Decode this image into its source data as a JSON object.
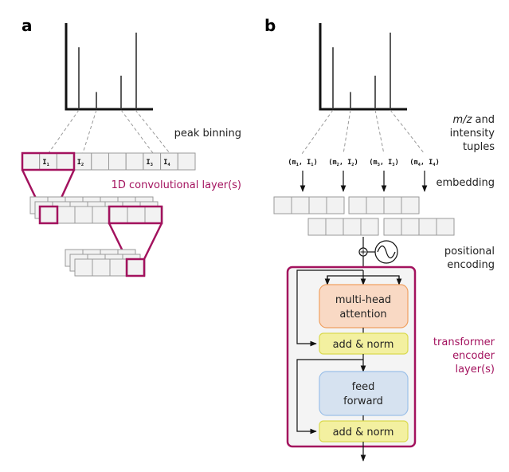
{
  "panels": {
    "a": {
      "letter": "a",
      "peak_binning_label": "peak binning",
      "conv_label": "1D convolutional layer(s)",
      "bins": [
        "",
        "I1",
        "",
        "I2",
        "",
        "",
        "",
        "I3",
        "I4",
        ""
      ],
      "bin_labels": {
        "I1": {
          "main": "I",
          "sub": "1"
        },
        "I2": {
          "main": "I",
          "sub": "2"
        },
        "I3": {
          "main": "I",
          "sub": "3"
        },
        "I4": {
          "main": "I",
          "sub": "4"
        }
      }
    },
    "b": {
      "letter": "b",
      "mz_label": {
        "italic": "m/z",
        "rest": " and",
        "line2": "intensity",
        "line3": "tuples"
      },
      "embedding_label": "embedding",
      "positional_label": {
        "line1": "positional",
        "line2": "encoding"
      },
      "transformer_label": {
        "line1": "transformer",
        "line2": "encoder",
        "line3": "layer(s)"
      },
      "tuples": [
        {
          "m": "m",
          "m_sub": "1",
          "i": "I",
          "i_sub": "1"
        },
        {
          "m": "m",
          "m_sub": "2",
          "i": "I",
          "i_sub": "2"
        },
        {
          "m": "m",
          "m_sub": "3",
          "i": "I",
          "i_sub": "3"
        },
        {
          "m": "m",
          "m_sub": "4",
          "i": "I",
          "i_sub": "4"
        }
      ],
      "blocks": {
        "attention": {
          "line1": "multi-head",
          "line2": "attention"
        },
        "add_norm_1": "add & norm",
        "feed_forward": {
          "line1": "feed",
          "line2": "forward"
        },
        "add_norm_2": "add & norm"
      }
    }
  },
  "spectrum": {
    "peak_relative_heights": [
      0.72,
      0.2,
      0.39,
      0.89
    ]
  },
  "colors": {
    "accent": "#a3125e",
    "attention_fill": "#f9d9c4",
    "attention_stroke": "#f0a060",
    "addnorm_fill": "#f3f0a0",
    "addnorm_stroke": "#dada50",
    "ff_fill": "#d6e2f0",
    "ff_stroke": "#9cc0e8",
    "encoder_bg": "#f4f4f4"
  }
}
